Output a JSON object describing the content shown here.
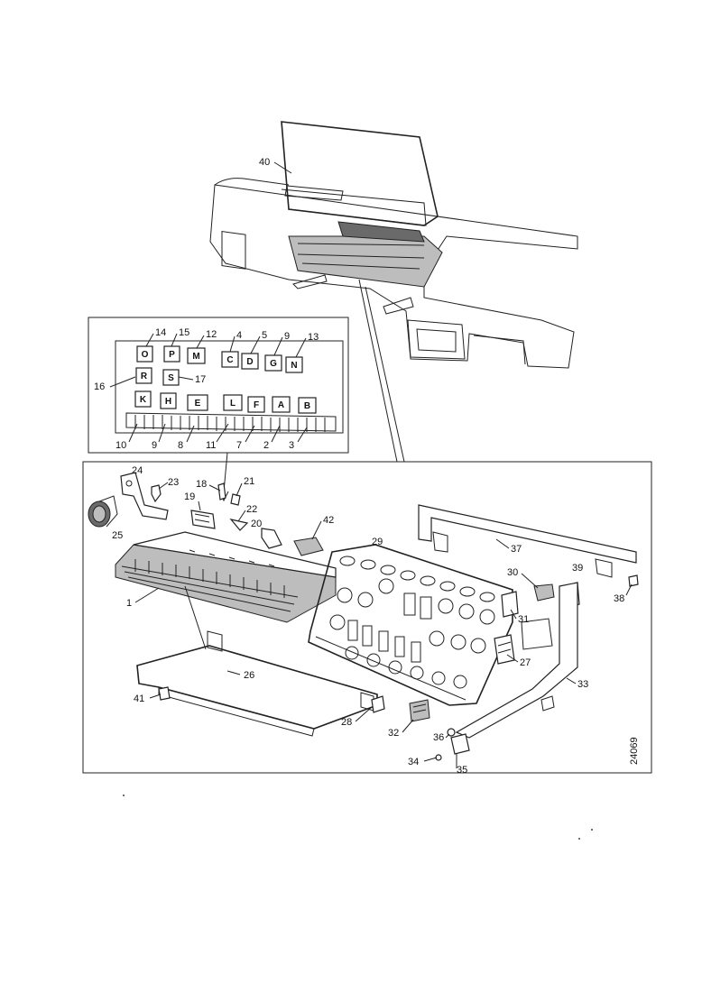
{
  "figure_number": "24069",
  "inset_key_letters": [
    "O",
    "P",
    "M",
    "C",
    "D",
    "G",
    "N",
    "R",
    "S",
    "K",
    "H",
    "E",
    "L",
    "F",
    "A",
    "B"
  ],
  "inset_callouts": [
    "14",
    "15",
    "12",
    "4",
    "5",
    "9",
    "13",
    "16",
    "17",
    "10",
    "9",
    "8",
    "11",
    "7",
    "2",
    "3"
  ],
  "main_callouts": [
    "24",
    "23",
    "18",
    "21",
    "19",
    "22",
    "20",
    "42",
    "25",
    "29",
    "37",
    "30",
    "39",
    "38",
    "1",
    "31",
    "27",
    "26",
    "33",
    "41",
    "28",
    "32",
    "36",
    "34",
    "35"
  ],
  "top_callouts": [
    "40"
  ]
}
